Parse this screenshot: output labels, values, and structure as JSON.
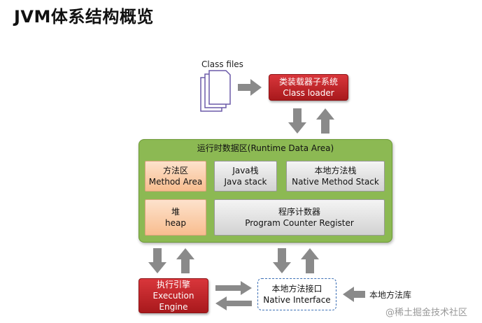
{
  "title": "JVM体系结构概览",
  "class_files": {
    "label": "Class files"
  },
  "class_loader": {
    "line1": "类装载器子系统",
    "line2": "Class loader"
  },
  "runtime_area": {
    "title": "运行时数据区(Runtime Data Area)",
    "method_area": {
      "line1": "方法区",
      "line2": "Method Area"
    },
    "java_stack": {
      "line1": "Java栈",
      "line2": "Java stack"
    },
    "native_stack": {
      "line1": "本地方法栈",
      "line2": "Native Method Stack"
    },
    "heap": {
      "line1": "堆",
      "line2": "heap"
    },
    "pc_register": {
      "line1": "程序计数器",
      "line2": "Program Counter Register"
    }
  },
  "execution_engine": {
    "line1": "执行引擎",
    "line2": "Execution",
    "line3": "Engine"
  },
  "native_interface": {
    "line1": "本地方法接口",
    "line2": "Native Interface"
  },
  "native_library": {
    "label": "本地方法库"
  },
  "watermark": "@稀土掘金技术社区",
  "colors": {
    "red_box": "#c4252a",
    "green_area": "#8cb953",
    "orange_box": "#fbd0ad",
    "gray_box": "#e0e0e0",
    "arrow": "#8a8a8a",
    "dashed_border": "#3b6fb5"
  }
}
